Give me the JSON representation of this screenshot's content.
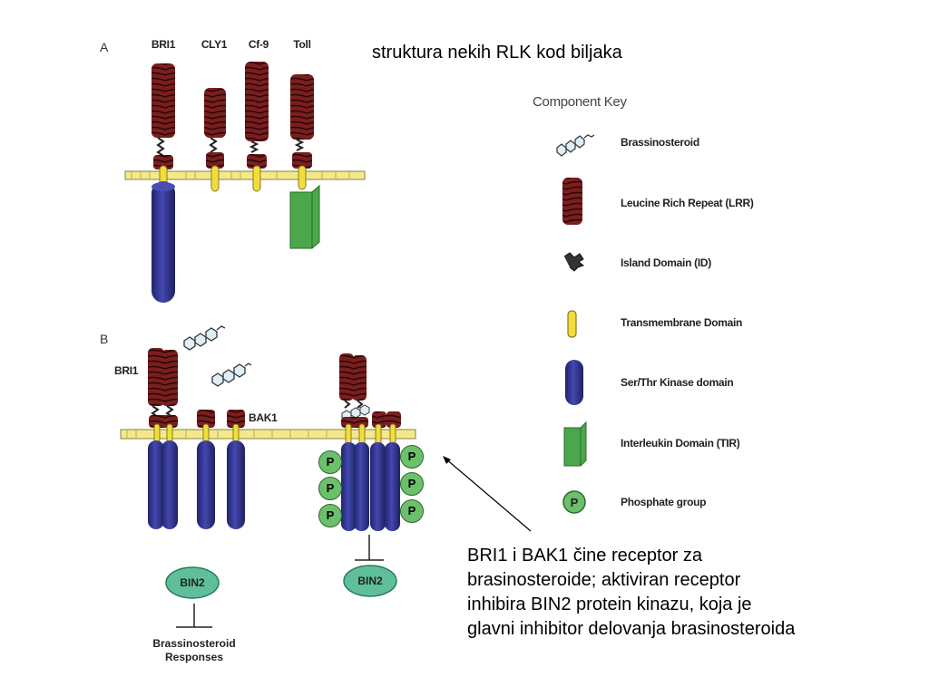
{
  "title": "struktura nekih RLK kod biljaka",
  "panel_a": {
    "letter": "A",
    "labels": [
      "BRI1",
      "CLY1",
      "Cf-9",
      "Toll"
    ]
  },
  "panel_b": {
    "letter": "B",
    "bri1_label": "BRI1",
    "bak1_label": "BAK1",
    "bin2_left": "BIN2",
    "bin2_right": "BIN2",
    "responses_line1": "Brassinosteroid",
    "responses_line2": "Responses",
    "phosphate": "P"
  },
  "key": {
    "title": "Component Key",
    "items": [
      {
        "icon": "brassinosteroid-icon",
        "label": "Brassinosteroid"
      },
      {
        "icon": "lrr-icon",
        "label": "Leucine Rich Repeat (LRR)"
      },
      {
        "icon": "island-domain-icon",
        "label": "Island Domain (ID)"
      },
      {
        "icon": "transmembrane-icon",
        "label": "Transmembrane Domain"
      },
      {
        "icon": "kinase-icon",
        "label": "Ser/Thr Kinase domain"
      },
      {
        "icon": "interleukin-icon",
        "label": "Interleukin Domain (TIR)"
      },
      {
        "icon": "phosphate-icon",
        "label": "Phosphate group"
      }
    ]
  },
  "caption": {
    "lines": [
      "BRI1 i BAK1 čine receptor za",
      "brasinosteroide; aktiviran receptor",
      "inhibira BIN2 protein kinazu, koja je",
      "glavni inhibitor delovanja brasinosteroida"
    ]
  },
  "colors": {
    "lrr": "#7a1e1e",
    "lrr_dark": "#3a0a0a",
    "membrane": "#f3e98c",
    "transmembrane": "#f2dd3a",
    "kinase": "#3a3e9a",
    "kinase_dark": "#20246a",
    "tir": "#4aa84a",
    "phosphate": "#6cc06c",
    "bin2": "#5fbf9a"
  }
}
